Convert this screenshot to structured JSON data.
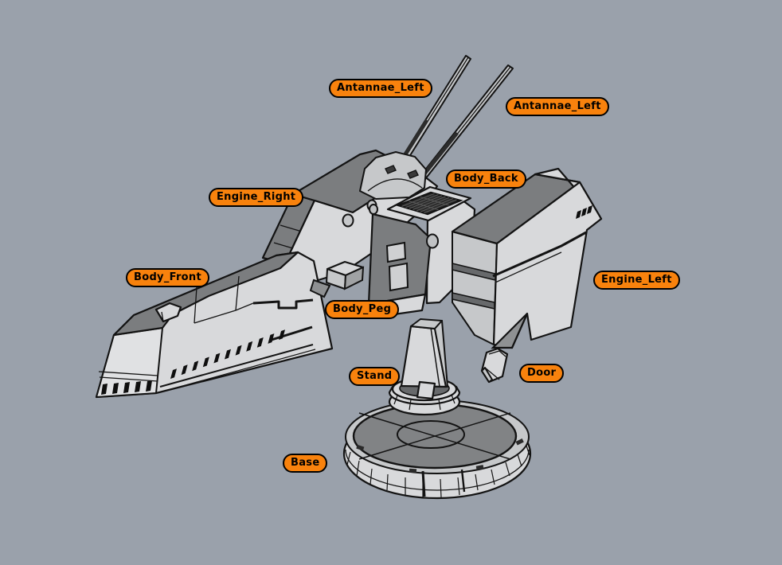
{
  "scene": {
    "name": "3D exploded view of spaceship model parts",
    "background_color": "#9aa1ab",
    "outline_color": "#131313",
    "face_light_color": "#d8d9db",
    "face_mid_color": "#c6c8ca",
    "face_dark_color": "#7b7d7f",
    "grille_color": "#2b2b2b",
    "label_fill_color": "#f8820d",
    "label_border_color": "#000000",
    "label_text_color": "#000000"
  },
  "labels": [
    {
      "id": "antennae-left-1",
      "text": "Antannae_Left"
    },
    {
      "id": "antennae-left-2",
      "text": "Antannae_Left"
    },
    {
      "id": "body-back",
      "text": "Body_Back"
    },
    {
      "id": "engine-right",
      "text": "Engine_Right"
    },
    {
      "id": "body-front",
      "text": "Body_Front"
    },
    {
      "id": "engine-left",
      "text": "Engine_Left"
    },
    {
      "id": "body-peg",
      "text": "Body_Peg"
    },
    {
      "id": "stand",
      "text": "Stand"
    },
    {
      "id": "door",
      "text": "Door"
    },
    {
      "id": "base",
      "text": "Base"
    }
  ]
}
